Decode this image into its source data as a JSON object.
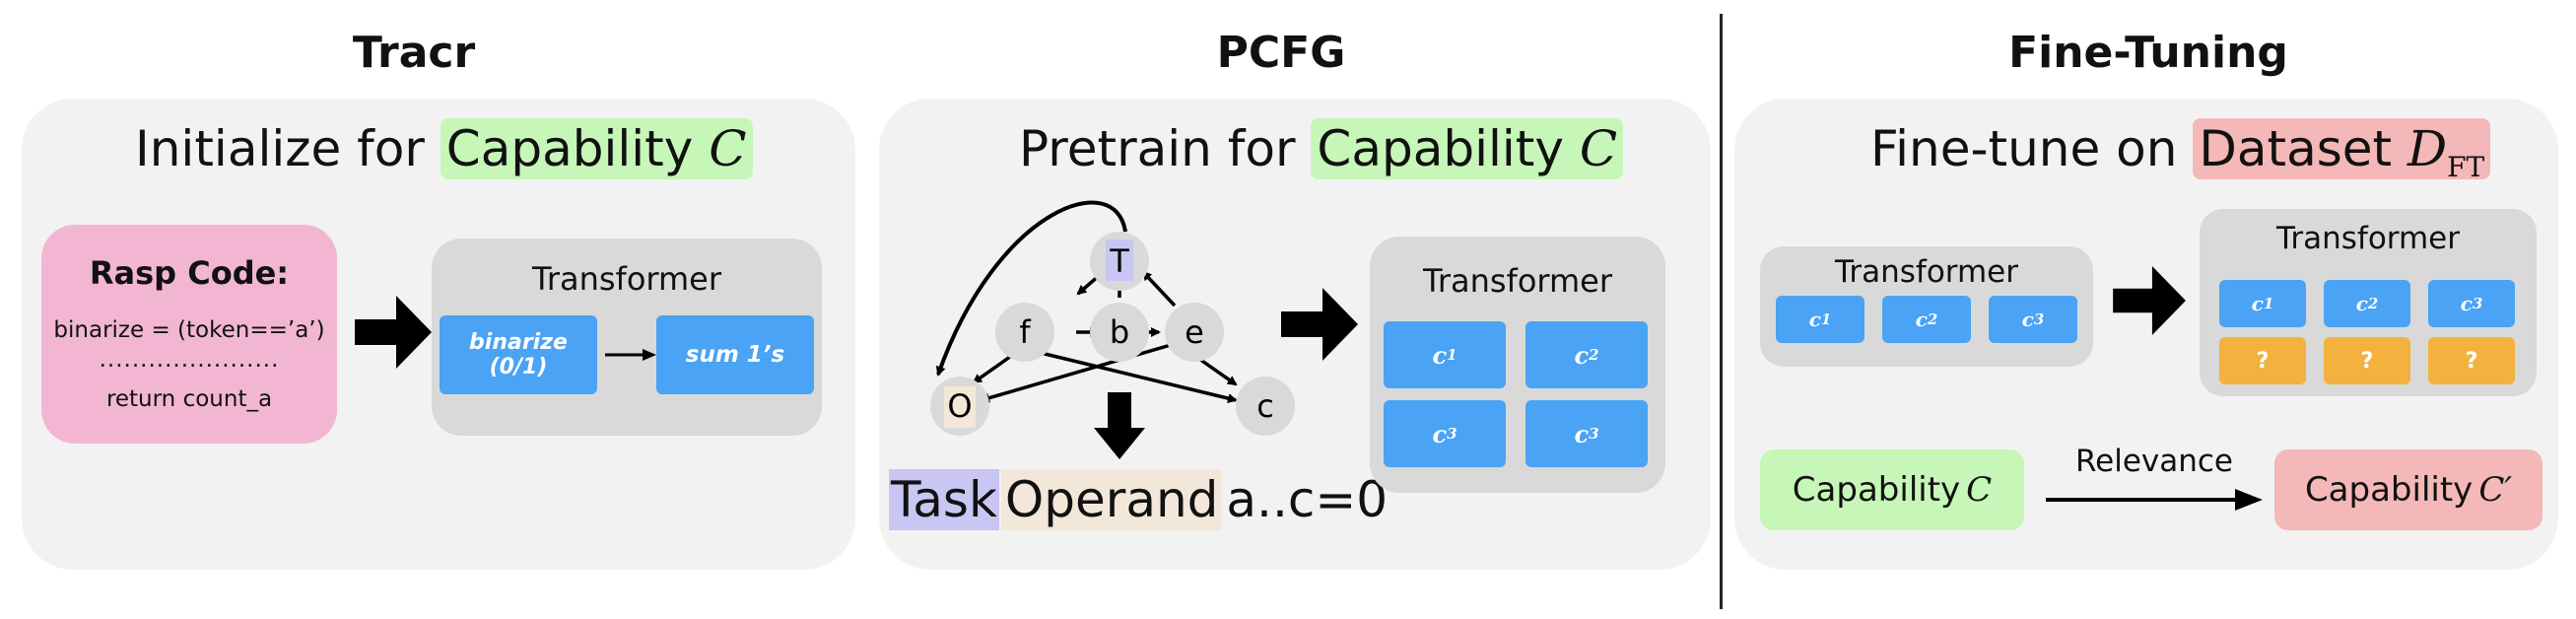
{
  "titles": {
    "tracr": "Tracr",
    "pcfg": "PCFG",
    "finetune": "Fine-Tuning"
  },
  "tracr": {
    "heading_prefix": "Initialize for ",
    "heading_highlight": "Capability ",
    "heading_var": "C",
    "rasp_title": "Rasp Code:",
    "rasp_line1": "binarize = (token==’a’)",
    "rasp_dots": "......................",
    "rasp_line3": "return count_a",
    "transformer_label": "Transformer",
    "block1": "binarize (0/1)",
    "block2": "sum 1’s"
  },
  "pcfg": {
    "heading_prefix": "Pretrain for ",
    "heading_highlight": "Capability ",
    "heading_var": "C",
    "nodes": [
      "T",
      "f",
      "b",
      "e",
      "O",
      "c"
    ],
    "transformer_label": "Transformer",
    "cap_blocks": [
      {
        "letter": "c",
        "sub": "1"
      },
      {
        "letter": "c",
        "sub": "2"
      },
      {
        "letter": "c",
        "sub": "3"
      },
      {
        "letter": "c",
        "sub": "3"
      }
    ],
    "task_label": "Task",
    "operand_label": "Operand",
    "equation": "a..c=0"
  },
  "finetune": {
    "heading_prefix": "Fine-tune on ",
    "heading_highlight": "Dataset ",
    "heading_var": "D",
    "heading_sub": "FT",
    "left_transformer_label": "Transformer",
    "right_transformer_label": "Transformer",
    "cap_blocks": [
      {
        "letter": "c",
        "sub": "1"
      },
      {
        "letter": "c",
        "sub": "2"
      },
      {
        "letter": "c",
        "sub": "3"
      }
    ],
    "unknown_blocks": [
      "?",
      "?",
      "?"
    ],
    "capability_left_text": "Capability ",
    "capability_left_var": "C",
    "relevance_label": "Relevance",
    "capability_right_text": "Capability ",
    "capability_right_var": "C′"
  },
  "colors": {
    "panel": "#f2f2f2",
    "pink": "#f2b6d3",
    "green_highlight": "#c6f7b8",
    "red_highlight": "#f4b8b8",
    "grey_box": "#d9d9d9",
    "blue_block": "#4aa3f4",
    "orange_block": "#f2b23d",
    "node": "#d9d9d9",
    "task_bg": "#c9c6f3",
    "operand_bg": "#f3e7d9"
  }
}
